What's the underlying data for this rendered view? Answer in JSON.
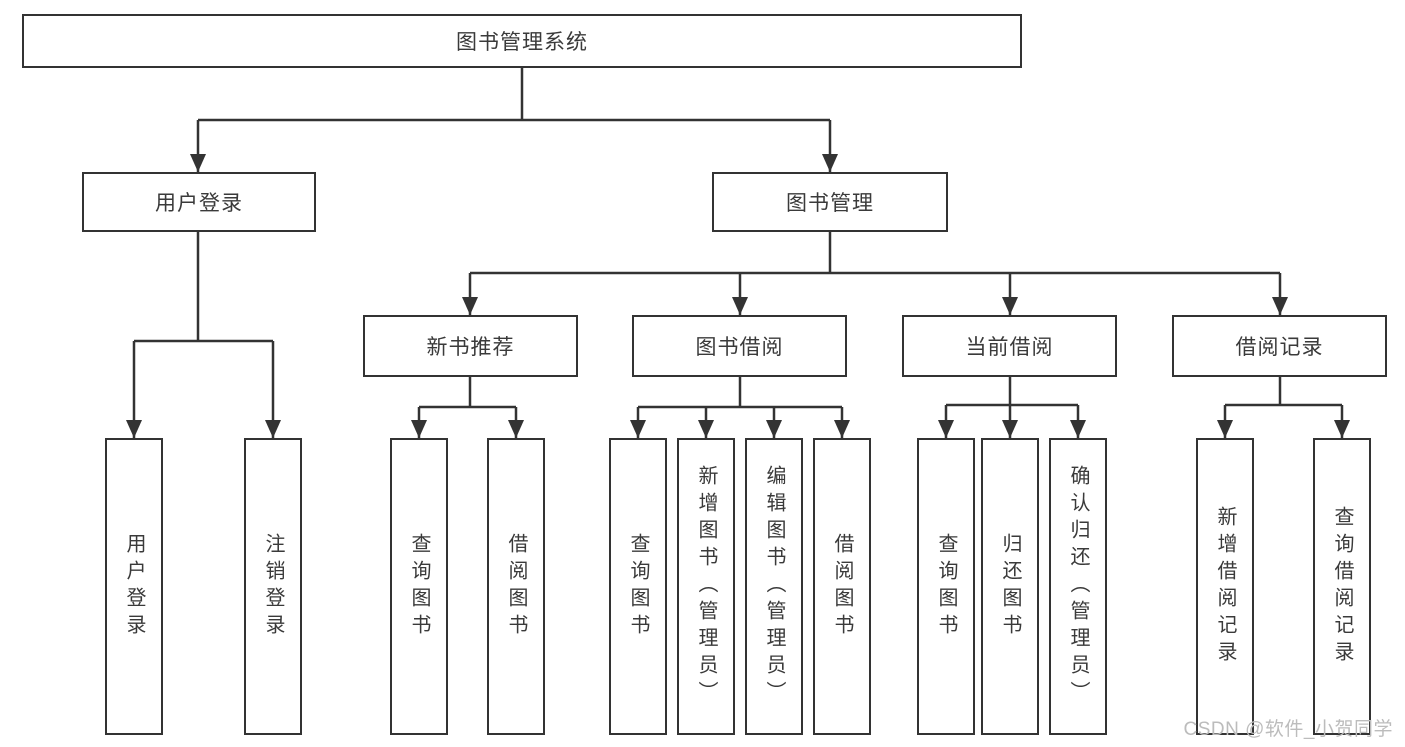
{
  "diagram": {
    "tree": {
      "label": "图书管理系统",
      "children": [
        {
          "label": "用户登录",
          "children": [
            {
              "label": "用户登录"
            },
            {
              "label": "注销登录"
            }
          ]
        },
        {
          "label": "图书管理",
          "children": [
            {
              "label": "新书推荐",
              "children": [
                {
                  "label": "查询图书"
                },
                {
                  "label": "借阅图书"
                }
              ]
            },
            {
              "label": "图书借阅",
              "children": [
                {
                  "label": "查询图书"
                },
                {
                  "label": "新增图书（管理员）"
                },
                {
                  "label": "编辑图书（管理员）"
                },
                {
                  "label": "借阅图书"
                }
              ]
            },
            {
              "label": "当前借阅",
              "children": [
                {
                  "label": "查询图书"
                },
                {
                  "label": "归还图书"
                },
                {
                  "label": "确认归还（管理员）"
                }
              ]
            },
            {
              "label": "借阅记录",
              "children": [
                {
                  "label": "新增借阅记录"
                },
                {
                  "label": "查询借阅记录"
                }
              ]
            }
          ]
        }
      ]
    },
    "watermark": "CSDN @软件_小贺同学",
    "colors": {
      "line": "#333333",
      "box_border": "#333333",
      "text": "#3a3a3a",
      "watermark": "#bcbcbc",
      "background": "#ffffff"
    }
  }
}
